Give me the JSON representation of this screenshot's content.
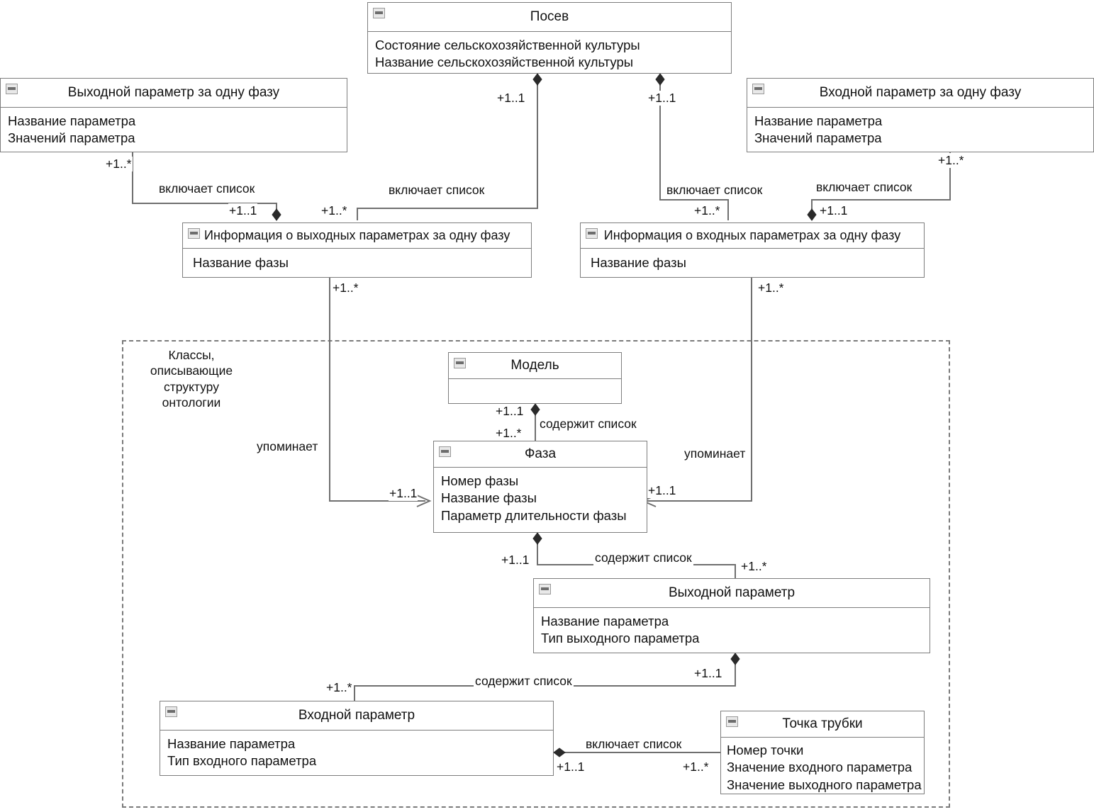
{
  "diagram": {
    "type": "uml-class-diagram",
    "language": "ru",
    "group": {
      "label": "Классы,\nописывающие\nструктуру\nонтологии"
    },
    "classes": [
      {
        "id": "posev",
        "name": "Посев",
        "attributes": [
          "Состояние сельскохозяйственной культуры",
          "Название сельскохозяйственной культуры"
        ]
      },
      {
        "id": "out-param-phase",
        "name": "Выходной параметр за одну фазу",
        "attributes": [
          "Название параметра",
          "Значений параметра"
        ]
      },
      {
        "id": "in-param-phase",
        "name": "Входной параметр за одну фазу",
        "attributes": [
          "Название параметра",
          "Значений параметра"
        ]
      },
      {
        "id": "info-out-params",
        "name": "Информация о выходных параметрах за одну фазу",
        "attributes": [
          "Название фазы"
        ]
      },
      {
        "id": "info-in-params",
        "name": "Информация о входных параметрах за одну фазу",
        "attributes": [
          "Название фазы"
        ]
      },
      {
        "id": "model",
        "name": "Модель",
        "attributes": []
      },
      {
        "id": "phase",
        "name": "Фаза",
        "attributes": [
          "Номер фазы",
          "Название фазы",
          "Параметр длительности фазы"
        ]
      },
      {
        "id": "out-param",
        "name": "Выходной параметр",
        "attributes": [
          "Название параметра",
          "Тип выходного параметра"
        ]
      },
      {
        "id": "in-param",
        "name": "Входной параметр",
        "attributes": [
          "Название параметра",
          "Тип входного параметра"
        ]
      },
      {
        "id": "pipe-point",
        "name": "Точка трубки",
        "attributes": [
          "Номер точки",
          "Значение входного параметра",
          "Значение выходного параметра"
        ]
      }
    ],
    "relations": [
      {
        "id": "r1",
        "from": "posev",
        "to": "info-out-params",
        "label": "включает список",
        "from_mult": "+1..1",
        "to_mult": "+1..*",
        "kind": "composition"
      },
      {
        "id": "r2",
        "from": "out-param-phase",
        "to": "info-out-params",
        "label": "включает список",
        "from_mult": "+1..*",
        "to_mult": "+1..1",
        "kind": "composition"
      },
      {
        "id": "r3",
        "from": "posev",
        "to": "info-in-params",
        "label": "включает список",
        "from_mult": "+1..1",
        "to_mult": "+1..*",
        "kind": "composition"
      },
      {
        "id": "r4",
        "from": "in-param-phase",
        "to": "info-in-params",
        "label": "включает список",
        "from_mult": "+1..*",
        "to_mult": "+1..1",
        "kind": "composition"
      },
      {
        "id": "r5",
        "from": "info-out-params",
        "to": "phase",
        "label": "упоминает",
        "from_mult": "+1..*",
        "to_mult": "+1..1",
        "kind": "association"
      },
      {
        "id": "r6",
        "from": "info-in-params",
        "to": "phase",
        "label": "упоминает",
        "from_mult": "+1..*",
        "to_mult": "+1..1",
        "kind": "association"
      },
      {
        "id": "r7",
        "from": "model",
        "to": "phase",
        "label": "содержит список",
        "from_mult": "+1..1",
        "to_mult": "+1..*",
        "kind": "composition"
      },
      {
        "id": "r8",
        "from": "phase",
        "to": "out-param",
        "label": "содержит список",
        "from_mult": "+1..1",
        "to_mult": "+1..*",
        "kind": "composition"
      },
      {
        "id": "r9",
        "from": "out-param",
        "to": "in-param",
        "label": "содержит список",
        "from_mult": "+1..1",
        "to_mult": "+1..*",
        "kind": "composition"
      },
      {
        "id": "r10",
        "from": "in-param",
        "to": "pipe-point",
        "label": "включает список",
        "from_mult": "+1..1",
        "to_mult": "+1..*",
        "kind": "composition"
      }
    ],
    "edge_labels": {
      "l1": "включает список",
      "l2": "включает список",
      "l3": "включает список",
      "l4": "включает список",
      "l5": "упоминает",
      "l6": "упоминает",
      "l7": "содержит список",
      "l8": "содержит список",
      "l9": "содержит список",
      "l10": "включает список"
    },
    "multiplicities": {
      "m_posev_left": "+1..1",
      "m_posev_right": "+1..1",
      "m_outphase": "+1..*",
      "m_inphase": "+1..*",
      "m_infoout_left": "+1..1",
      "m_infoout_right": "+1..*",
      "m_infoin_left": "+1..*",
      "m_infoin_right": "+1..1",
      "m_infoout_down": "+1..*",
      "m_infoin_down": "+1..*",
      "m_model_bottom": "+1..1",
      "m_phase_top": "+1..*",
      "m_phase_left": "+1..1",
      "m_phase_right": "+1..1",
      "m_phase_bottom": "+1..1",
      "m_outparam_top": "+1..*",
      "m_outparam_bottom": "+1..1",
      "m_inparam_top": "+1..*",
      "m_inparam_right": "+1..1",
      "m_point_left": "+1..*"
    }
  }
}
